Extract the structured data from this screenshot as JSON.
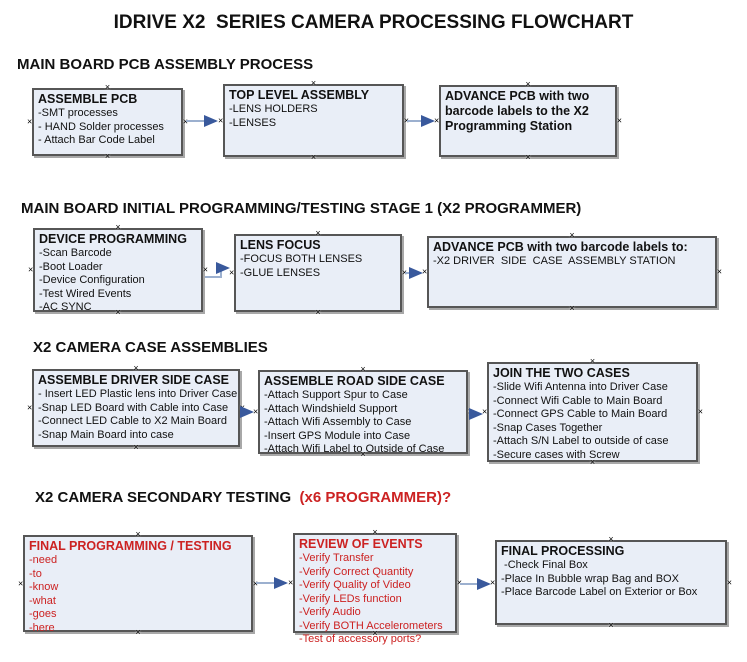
{
  "title": "IDRIVE X2  SERIES CAMERA PROCESSING FLOWCHART",
  "glyphs": {
    "connection_point": "×"
  },
  "colors": {
    "box_fill": "#e9eef7",
    "box_border": "#565656",
    "red_text": "#cc2222",
    "arrow_line": "#9cb0cf",
    "arrow_head": "#39599c"
  },
  "sections": {
    "s1": {
      "header": "MAIN BOARD PCB ASSEMBLY PROCESS"
    },
    "s2": {
      "header": "MAIN BOARD INITIAL PROGRAMMING/TESTING STAGE 1 (X2 PROGRAMMER)"
    },
    "s3": {
      "header": "X2 CAMERA CASE ASSEMBLIES"
    },
    "s4": {
      "header_black": "X2 CAMERA SECONDARY TESTING  ",
      "header_red": "(x6 PROGRAMMER)?"
    }
  },
  "boxes": {
    "assemble_pcb": {
      "title": "ASSEMBLE PCB",
      "items": [
        "-SMT processes",
        "- HAND Solder processes",
        "- Attach Bar Code Label"
      ]
    },
    "top_level_assembly": {
      "title": "TOP LEVEL ASSEMBLY",
      "items": [
        "-LENS HOLDERS",
        "-LENSES"
      ]
    },
    "advance_pcb_to_programming": {
      "title": "ADVANCE PCB with two barcode labels to the X2 Programming Station",
      "items": []
    },
    "device_programming": {
      "title": "DEVICE PROGRAMMING",
      "items": [
        "-Scan Barcode",
        "-Boot Loader",
        "-Device Configuration",
        "-Test Wired Events",
        "-AC SYNC"
      ]
    },
    "lens_focus": {
      "title": "LENS FOCUS",
      "items": [
        "-FOCUS BOTH LENSES",
        "-GLUE LENSES"
      ]
    },
    "advance_pcb_to_case_station": {
      "title": "ADVANCE PCB with two barcode labels to:",
      "items": [
        "-X2 DRIVER  SIDE  CASE  ASSEMBLY STATION"
      ]
    },
    "assemble_driver_side_case": {
      "title": "ASSEMBLE DRIVER SIDE CASE",
      "items": [
        "- Insert LED Plastic lens into Driver Case",
        "-Snap LED Board with Cable into Case",
        "-Connect LED Cable to X2 Main Board",
        "-Snap Main Board into case"
      ]
    },
    "assemble_road_side_case": {
      "title": "ASSEMBLE ROAD SIDE CASE",
      "items": [
        "-Attach Support Spur to Case",
        "-Attach Windshield Support",
        "-Attach Wifi Assembly to Case",
        "-Insert GPS Module into Case",
        "-Attach Wifi Label to Outside of Case"
      ]
    },
    "join_the_two_cases": {
      "title": "JOIN THE TWO CASES",
      "items": [
        "-Slide Wifi Antenna into Driver Case",
        "-Connect Wifi Cable to Main Board",
        "-Connect GPS Cable to Main Board",
        "-Snap Cases Together",
        "-Attach S/N Label to outside of case",
        "-Secure cases with Screw"
      ]
    },
    "final_programming_testing": {
      "title": "FINAL PROGRAMMING / TESTING",
      "items": [
        "-need",
        "-to",
        "-know",
        "-what",
        "-goes",
        "-here"
      ]
    },
    "review_of_events": {
      "title": "REVIEW OF EVENTS",
      "items": [
        "-Verify Transfer",
        "-Verify Correct Quantity",
        "-Verify Quality of Video",
        "-Verify LEDs function",
        "-Verify Audio",
        "-Verify BOTH Accelerometers",
        "-Test of accessory ports?"
      ]
    },
    "final_processing": {
      "title": "FINAL PROCESSING",
      "items": [
        " -Check Final Box",
        "-Place In Bubble wrap Bag and BOX",
        "-Place Barcode Label on Exterior or Box"
      ]
    }
  }
}
